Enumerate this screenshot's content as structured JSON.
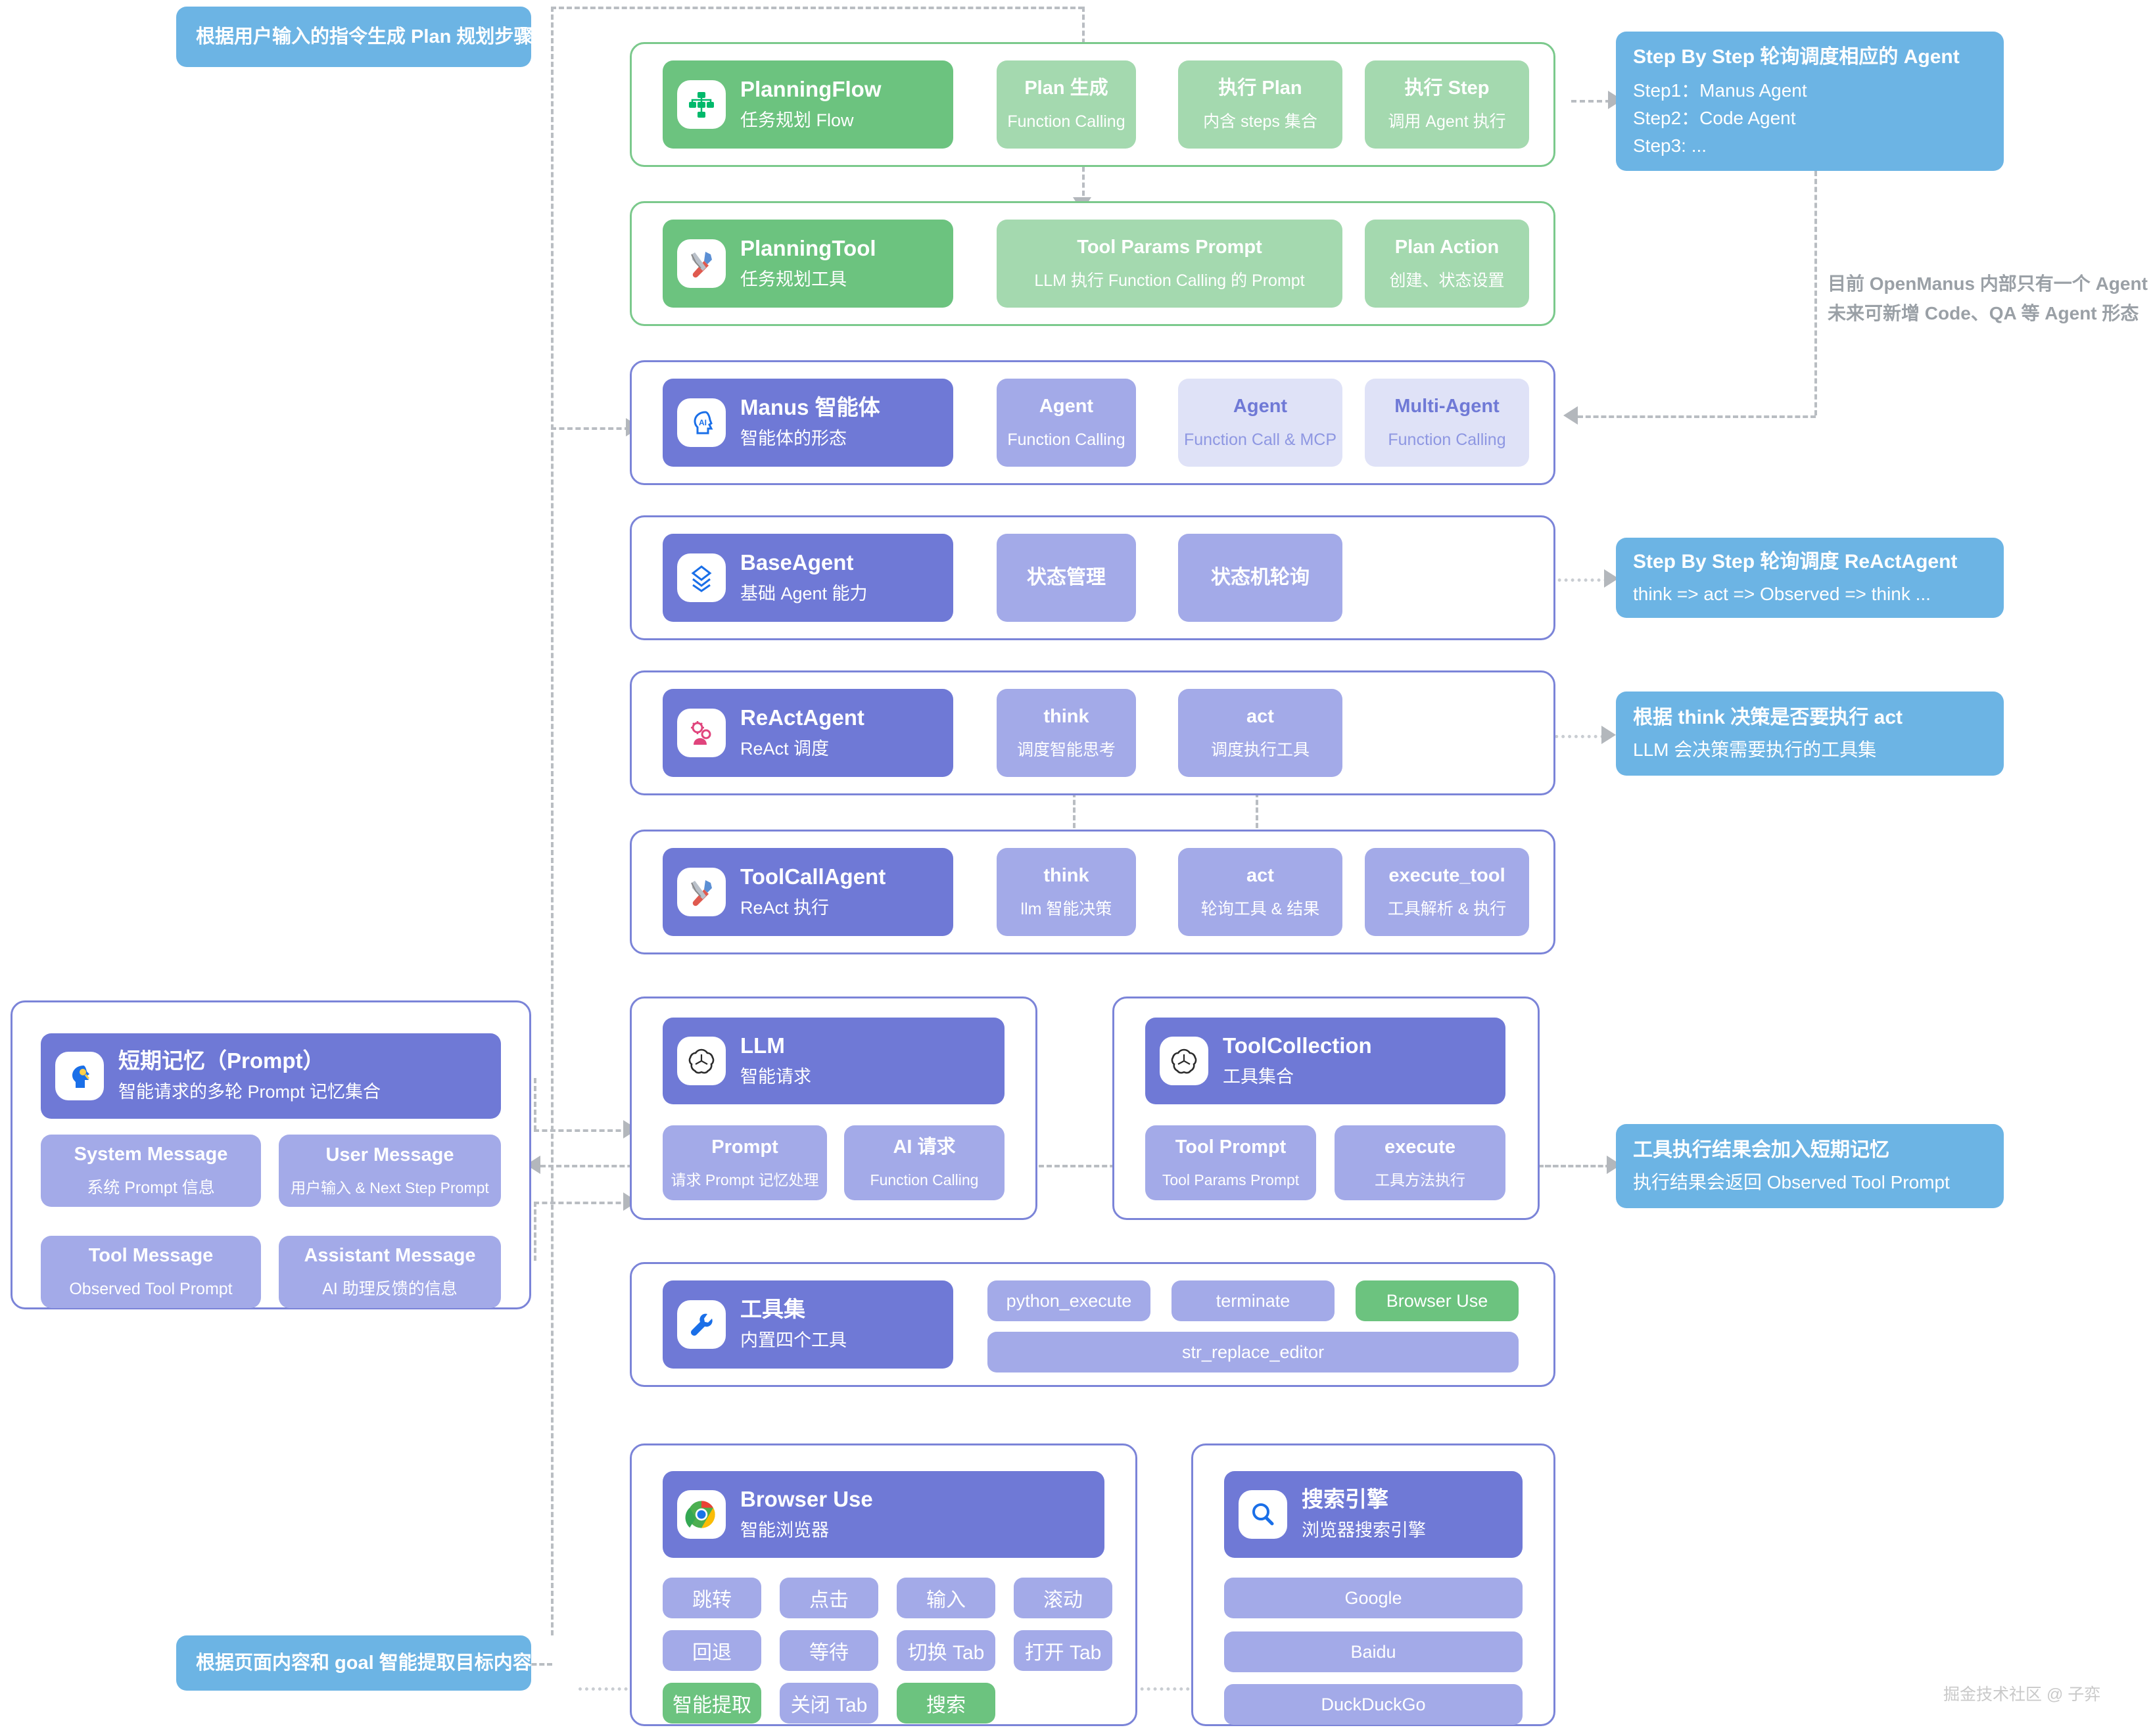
{
  "meta": {
    "watermark": "掘金技术社区 @ 子弈"
  },
  "notes": {
    "top_left": "根据用户输入的指令生成 Plan 规划步骤",
    "bottom_left": "根据页面内容和 goal 智能提取目标内容",
    "step_by_step_agent": {
      "title": "Step By Step 轮询调度相应的 Agent",
      "lines": [
        "Step1：Manus Agent",
        "Step2：Code Agent",
        "Step3:  ..."
      ]
    },
    "openmanus_note": {
      "line1": "目前 OpenManus 内部只有一个 Agent",
      "line2": "未来可新增 Code、QA 等 Agent 形态"
    },
    "step_by_step_react": {
      "title": "Step By Step 轮询调度 ReActAgent",
      "sub": "think => act => Observed => think ..."
    },
    "think_act_note": {
      "title": "根据 think 决策是否要执行 act",
      "sub": "LLM 会决策需要执行的工具集"
    },
    "tool_memory_note": {
      "title": "工具执行结果会加入短期记忆",
      "sub": "执行结果会返回 Observed Tool Prompt"
    }
  },
  "rows": {
    "planning_flow": {
      "header": {
        "icon": "flow-chart-icon",
        "title": "PlanningFlow",
        "sub": "任务规划 Flow"
      },
      "tiles": [
        {
          "t1": "Plan 生成",
          "t2": "Function Calling"
        },
        {
          "t1": "执行 Plan",
          "t2": "内含 steps 集合"
        },
        {
          "t1": "执行 Step",
          "t2": "调用 Agent 执行"
        }
      ]
    },
    "planning_tool": {
      "header": {
        "icon": "tools-icon",
        "title": "PlanningTool",
        "sub": "任务规划工具"
      },
      "tiles": [
        {
          "t1": "Tool Params Prompt",
          "t2": "LLM 执行 Function Calling 的 Prompt"
        },
        {
          "t1": "Plan Action",
          "t2": "创建、状态设置"
        }
      ]
    },
    "manus": {
      "header": {
        "icon": "ai-head-icon",
        "title": "Manus 智能体",
        "sub": "智能体的形态"
      },
      "tiles": [
        {
          "t1": "Agent",
          "t2": "Function Calling",
          "style": "purplelt"
        },
        {
          "t1": "Agent",
          "t2": "Function Call & MCP",
          "style": "purplepale"
        },
        {
          "t1": "Multi-Agent",
          "t2": "Function Calling",
          "style": "purplepale"
        }
      ]
    },
    "base_agent": {
      "header": {
        "icon": "layers-icon",
        "title": "BaseAgent",
        "sub": "基础 Agent 能力"
      },
      "tiles": [
        {
          "t1": "状态管理"
        },
        {
          "t1": "状态机轮询"
        }
      ]
    },
    "react_agent": {
      "header": {
        "icon": "gears-icon",
        "title": "ReActAgent",
        "sub": "ReAct 调度"
      },
      "tiles": [
        {
          "t1": "think",
          "t2": "调度智能思考"
        },
        {
          "t1": "act",
          "t2": "调度执行工具"
        }
      ]
    },
    "toolcall_agent": {
      "header": {
        "icon": "tools-icon",
        "title": "ToolCallAgent",
        "sub": "ReAct 执行"
      },
      "tiles": [
        {
          "t1": "think",
          "t2": "llm 智能决策"
        },
        {
          "t1": "act",
          "t2": "轮询工具 & 结果"
        },
        {
          "t1": "execute_tool",
          "t2": "工具解析 & 执行"
        }
      ]
    },
    "llm": {
      "header": {
        "icon": "openai-icon",
        "title": "LLM",
        "sub": "智能请求"
      },
      "tiles": [
        {
          "t1": "Prompt",
          "t2": "请求 Prompt 记忆处理"
        },
        {
          "t1": "AI 请求",
          "t2": "Function Calling"
        }
      ]
    },
    "tool_collection": {
      "header": {
        "icon": "openai-icon",
        "title": "ToolCollection",
        "sub": "工具集合"
      },
      "tiles": [
        {
          "t1": "Tool Prompt",
          "t2": "Tool Params Prompt"
        },
        {
          "t1": "execute",
          "t2": "工具方法执行"
        }
      ]
    },
    "toolset": {
      "header": {
        "icon": "wrench-icon",
        "title": "工具集",
        "sub": "内置四个工具"
      },
      "chips": [
        {
          "label": "python_execute",
          "style": "purple"
        },
        {
          "label": "terminate",
          "style": "purple"
        },
        {
          "label": "Browser Use",
          "style": "green"
        },
        {
          "label": "str_replace_editor",
          "style": "purple"
        }
      ]
    },
    "browser_use": {
      "header": {
        "icon": "chrome-icon",
        "title": "Browser Use",
        "sub": "智能浏览器"
      },
      "chips": [
        {
          "label": "跳转",
          "style": "purple"
        },
        {
          "label": "点击",
          "style": "purple"
        },
        {
          "label": "输入",
          "style": "purple"
        },
        {
          "label": "滚动",
          "style": "purple"
        },
        {
          "label": "回退",
          "style": "purple"
        },
        {
          "label": "等待",
          "style": "purple"
        },
        {
          "label": "切换 Tab",
          "style": "purple"
        },
        {
          "label": "打开 Tab",
          "style": "purple"
        },
        {
          "label": "智能提取",
          "style": "green"
        },
        {
          "label": "关闭 Tab",
          "style": "purple"
        },
        {
          "label": "搜索",
          "style": "green"
        }
      ]
    },
    "search_engine": {
      "header": {
        "icon": "magnifier-icon",
        "title": "搜索引擎",
        "sub": "浏览器搜索引擎"
      },
      "chips": [
        {
          "label": "Google"
        },
        {
          "label": "Baidu"
        },
        {
          "label": "DuckDuckGo"
        }
      ]
    },
    "memory": {
      "header": {
        "icon": "brain-head-icon",
        "title": "短期记忆（Prompt）",
        "sub": "智能请求的多轮 Prompt 记忆集合"
      },
      "tiles": [
        {
          "t1": "System Message",
          "t2": "系统 Prompt 信息"
        },
        {
          "t1": "User Message",
          "t2": "用户输入 & Next Step Prompt"
        },
        {
          "t1": "Tool Message",
          "t2": "Observed Tool Prompt"
        },
        {
          "t1": "Assistant Message",
          "t2": "AI 助理反馈的信息"
        }
      ]
    }
  },
  "colors": {
    "green_dark": "#6CC37F",
    "green_light": "#A4D9AF",
    "purple_dark": "#6F79D6",
    "purple_light": "#A3AAE8",
    "purple_pale": "#DFE2F7",
    "note_blue": "#6CB4E4",
    "connector_gray": "#B9BDC2"
  }
}
